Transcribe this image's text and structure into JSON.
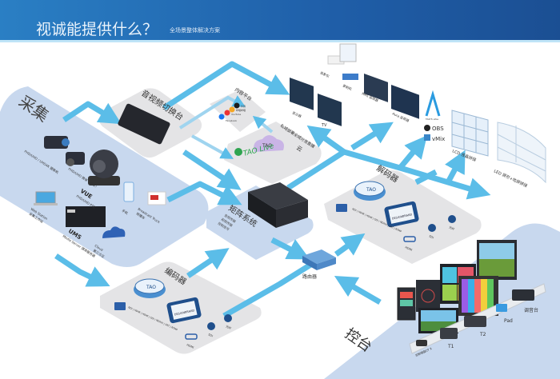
{
  "header": {
    "title": "视诚能提供什么？",
    "subtitle": "全场景整体解决方案"
  },
  "capture": {
    "title": "采集",
    "items": [
      {
        "label": "FHD/UHD / UHD4K 摄像机"
      },
      {
        "label": "FHD/UHD 微单（单反）"
      },
      {
        "label": "VUE",
        "sub": "FHD/UHD PTZ"
      },
      {
        "label": "手机"
      },
      {
        "label": "Broadcast Truck",
        "sub": "转播车"
      },
      {
        "label": "Web Station",
        "sub": "采集工作站"
      },
      {
        "label": "UMS",
        "sub": "Media Server 媒体服务器"
      },
      {
        "label": "Cloud",
        "sub": "第三方云"
      }
    ]
  },
  "switcher": {
    "title": "音视频切换台"
  },
  "content_platform": {
    "title": "内容平台",
    "items": [
      "抖音",
      "哔哩哔哩",
      "YouTube",
      "Facebook"
    ]
  },
  "cloud": {
    "title": "私域部署全域分发直播",
    "brand": "TAO Live",
    "label": "云",
    "cloud_text": "TAO"
  },
  "outputs": {
    "items": [
      "投影仪",
      "录制机",
      "显示器",
      "TV",
      "RMS 监视器",
      "Aura 监视器",
      "TAO'S vibe",
      "OBS",
      "vMix",
      "LCD 液晶拼接",
      "LED 屏形+地屏拼接"
    ]
  },
  "matrix": {
    "title": "矩阵系统",
    "lines": [
      "音频传输",
      "视频传输",
      "控制信号"
    ]
  },
  "decoder": {
    "title": "解码器",
    "brand": "TAO",
    "screen": "DESIGNBRAND",
    "protocols": "NDI | HDMI | HDMI | SDI / NDIHX | SRT | RTMP",
    "ports": [
      "HDMI",
      "SDI",
      "光纤"
    ]
  },
  "encoder": {
    "title": "编码器",
    "brand": "TAO",
    "screen": "DESIGNBRAND",
    "protocols": "NDI | HDMI | HDMI | SDI / NDIHX | SRT | RTMP",
    "ports": [
      "HDMI",
      "SDI",
      "光纤"
    ]
  },
  "router": {
    "label": "路由器"
  },
  "console": {
    "title": "控台",
    "items": [
      "控制键盘CP X",
      "T1",
      "T2",
      "Pad",
      "调音台"
    ]
  },
  "colors": {
    "arrow": "#5bbde8",
    "panel_blue": "#c8d8ee",
    "panel_gray": "#e4e4e6",
    "header": "#1f5ea8"
  }
}
